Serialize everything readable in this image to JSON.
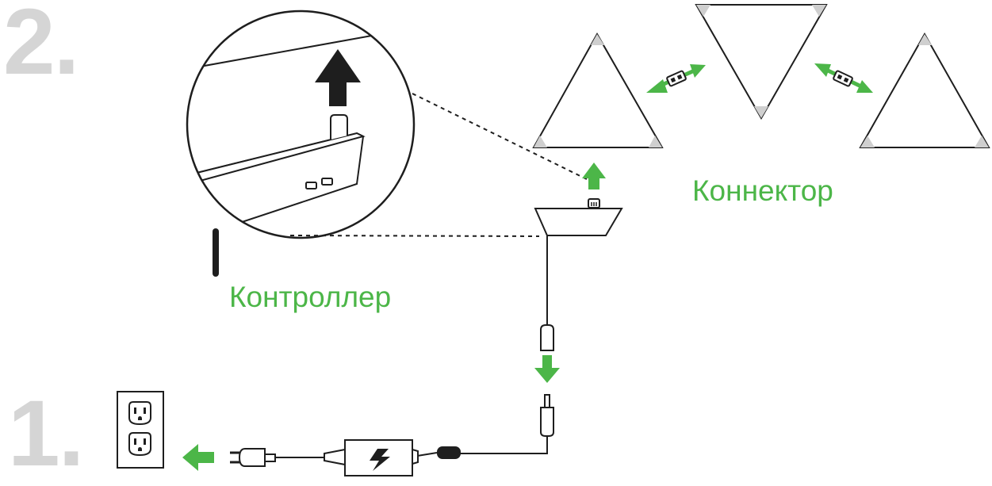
{
  "steps": {
    "step_one": "1.",
    "step_two": "2."
  },
  "labels": {
    "controller": "Контроллер",
    "connector": "Коннектор"
  },
  "colors": {
    "accent_arrow": "#4cb648",
    "line": "#1e1e1e",
    "step_number": "#d5d5d5",
    "panel_corner": "#cfcfcf",
    "insert_arrow": "#1e1e1e"
  },
  "icons": [
    "wall-outlet-icon",
    "power-plug-icon",
    "power-adapter-icon",
    "light-panel-icon",
    "linker-icon",
    "controller-icon",
    "dc-connector-icon"
  ]
}
